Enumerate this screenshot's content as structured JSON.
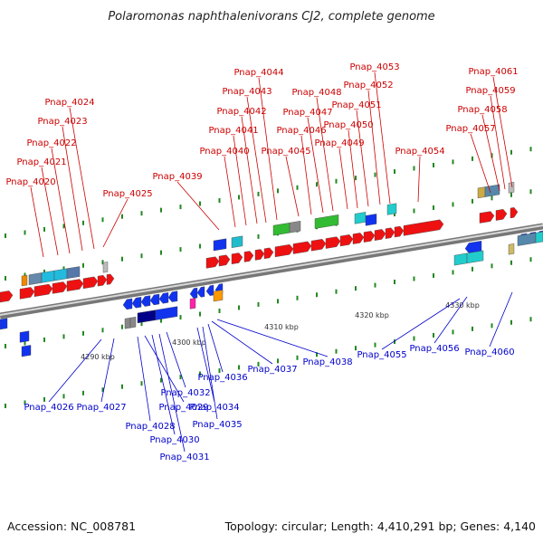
{
  "title": "Polaromonas naphthalenivorans CJ2, complete genome",
  "footer": {
    "accession": "Accession: NC_008781",
    "summary": "Topology: circular; Length: 4,410,291 bp; Genes: 4,140"
  },
  "colors": {
    "forward_label": "#cc0000",
    "reverse_label": "#0000cc",
    "forward_gene": "#ee1111",
    "reverse_gene": "#1133ee",
    "backbone": "#999999",
    "tick": "#228822"
  },
  "scale_labels": [
    "4290 kbp",
    "4300 kbp",
    "4310 kbp",
    "4320 kbp",
    "4330 kbp"
  ],
  "forward_labels": [
    "Pnap_4020",
    "Pnap_4021",
    "Pnap_4022",
    "Pnap_4023",
    "Pnap_4024",
    "Pnap_4025",
    "Pnap_4039",
    "Pnap_4040",
    "Pnap_4041",
    "Pnap_4042",
    "Pnap_4043",
    "Pnap_4044",
    "Pnap_4045",
    "Pnap_4046",
    "Pnap_4047",
    "Pnap_4048",
    "Pnap_4049",
    "Pnap_4050",
    "Pnap_4051",
    "Pnap_4052",
    "Pnap_4053",
    "Pnap_4054",
    "Pnap_4057",
    "Pnap_4058",
    "Pnap_4059",
    "Pnap_4061"
  ],
  "reverse_labels": [
    "Pnap_4026",
    "Pnap_4027",
    "Pnap_4028",
    "Pnap_4029",
    "Pnap_4030",
    "Pnap_4031",
    "Pnap_4032",
    "Pnap_4034",
    "Pnap_4035",
    "Pnap_4036",
    "Pnap_4037",
    "Pnap_4038",
    "Pnap_4055",
    "Pnap_4056",
    "Pnap_4060"
  ]
}
